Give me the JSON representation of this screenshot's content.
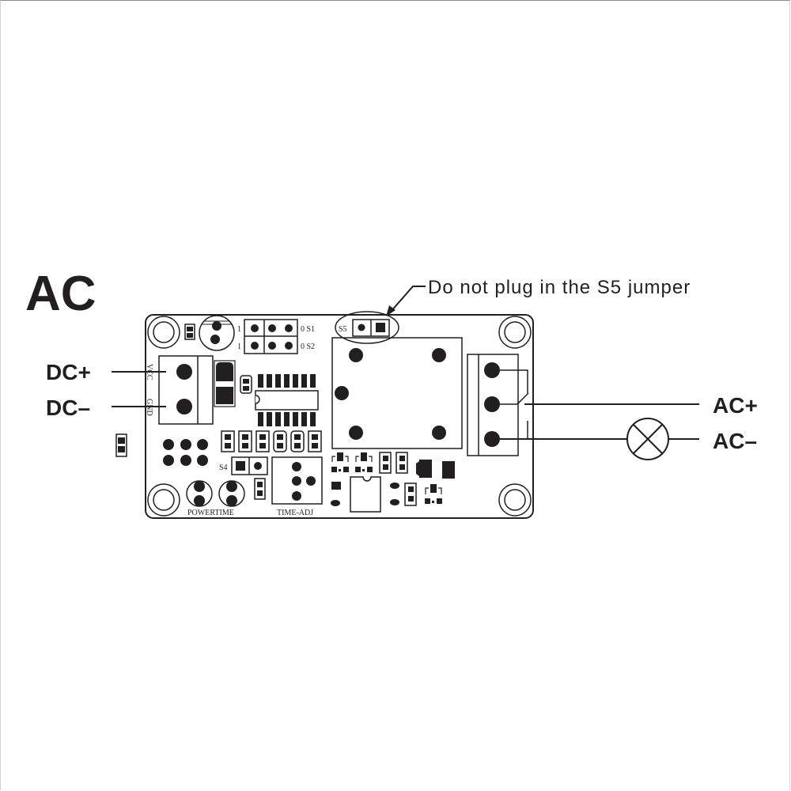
{
  "title": "AC",
  "annotation": "Do not plug in the S5 jumper",
  "inputs": {
    "dc_plus": "DC+",
    "dc_minus": "DC–"
  },
  "outputs": {
    "ac_plus": "AC+",
    "ac_minus": "AC–"
  },
  "board": {
    "vcc_label": "VCC",
    "gnd_label": "GND",
    "s1_label": "0 S1",
    "s2_label": "0 S2",
    "s1_pin1": "1",
    "s2_pin1": "1",
    "s5_label": "S5",
    "s4_label": "S4",
    "powertime_label": "POWERTIME",
    "timeadj_label": "TIME-ADJ"
  },
  "load_symbol": "lamp-icon",
  "colors": {
    "ink": "#231f20",
    "background": "#ffffff"
  }
}
